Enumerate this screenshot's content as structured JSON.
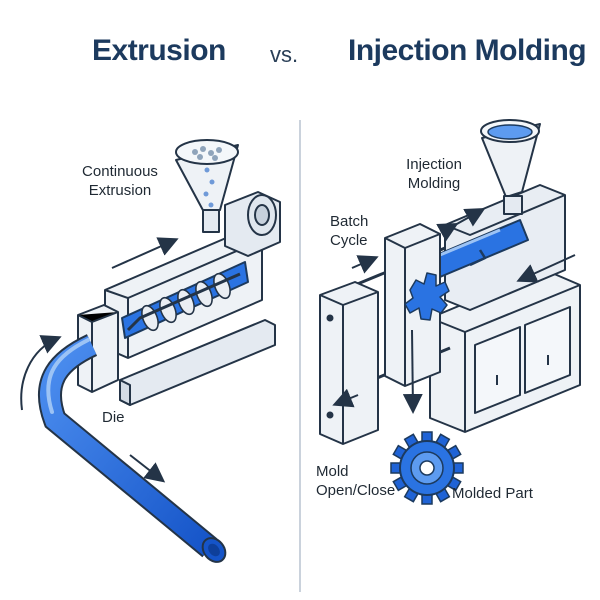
{
  "header": {
    "left_title": "Extrusion",
    "vs": "vs.",
    "right_title": "Injection Molding"
  },
  "extrusion": {
    "label_line1": "Continuous",
    "label_line2": "Extrusion",
    "die_label": "Die"
  },
  "injection": {
    "label_line1": "Injection",
    "label_line2": "Molding",
    "batch_line1": "Batch",
    "batch_line2": "Cycle",
    "mold_line1": "Mold",
    "mold_line2": "Open/Close",
    "part_label": "Molded Part"
  },
  "colors": {
    "blue": "#1f6fe0",
    "light_blue": "#7fb2f0",
    "navy": "#1c3a5e",
    "outline": "#243447",
    "machine_fill": "#eef2f6"
  }
}
